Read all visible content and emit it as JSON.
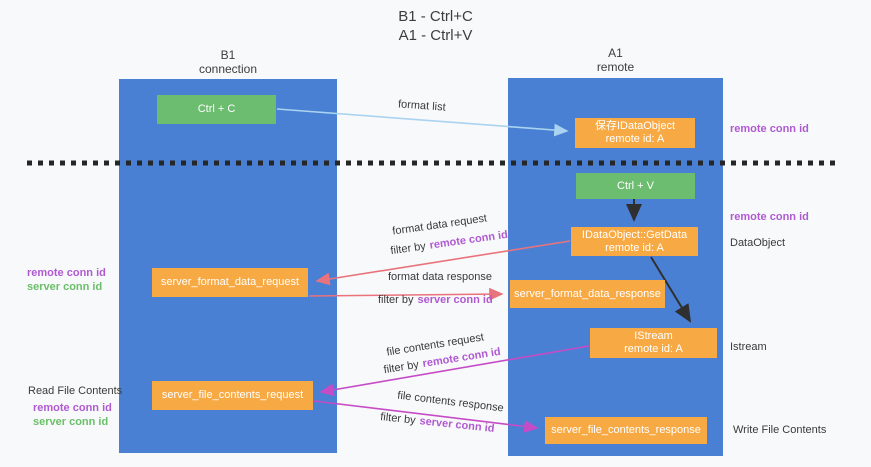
{
  "title": {
    "line1": "B1 - Ctrl+C",
    "line2": "A1 - Ctrl+V"
  },
  "lanes": {
    "left": {
      "title": "B1",
      "subtitle": "connection"
    },
    "right": {
      "title": "A1",
      "subtitle": "remote"
    }
  },
  "nodes": {
    "ctrl_c": {
      "label": "Ctrl + C"
    },
    "save_dataobject": {
      "line1": "保存IDataObject",
      "line2": "remote id: A"
    },
    "ctrl_v": {
      "label": "Ctrl + V"
    },
    "getdata": {
      "line1": "IDataObject::GetData",
      "line2": "remote id: A"
    },
    "format_request": {
      "label": "server_format_data_request"
    },
    "format_response": {
      "label": "server_format_data_response"
    },
    "istream": {
      "line1": "IStream",
      "line2": "remote id: A"
    },
    "file_request": {
      "label": "server_file_contents_request"
    },
    "file_response": {
      "label": "server_file_contents_response"
    }
  },
  "edge_labels": {
    "format_list": "format list",
    "format_data_request": "format data request",
    "format_data_response": "format data response",
    "file_contents_request": "file contents request",
    "file_contents_response": "file contents response",
    "filter_prefix": "filter by",
    "remote_conn_id": "remote conn id",
    "server_conn_id": "server conn id"
  },
  "side_labels": {
    "right_remote_conn_id_top": "remote conn id",
    "right_remote_conn_id_mid": "remote conn id",
    "right_data_object": "DataObject",
    "right_istream": "Istream",
    "right_write_file_contents": "Write File Contents",
    "left_remote_conn_id_upper": "remote conn id",
    "left_server_conn_id_upper": "server conn id",
    "left_read_file_contents": "Read File Contents",
    "left_remote_conn_id_lower": "remote conn id",
    "left_server_conn_id_lower": "server conn id"
  },
  "colors": {
    "lane_blue": "#4a80d4",
    "node_green": "#6cbd70",
    "node_orange": "#f7a944",
    "arrow_light_blue": "#a9d3f0",
    "arrow_red": "#e8737c",
    "arrow_magenta": "#c64bc6",
    "arrow_black": "#2f2f2f",
    "dashed_line": "#262626",
    "text_purple": "#b05ad2",
    "text_green": "#6abf69"
  }
}
